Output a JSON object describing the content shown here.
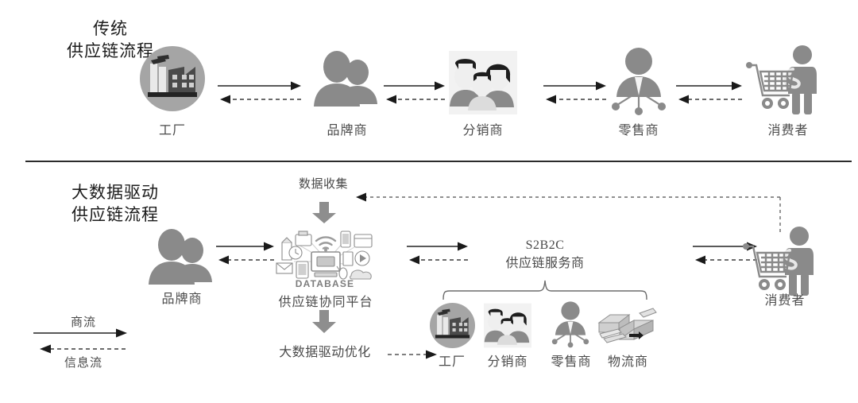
{
  "figure": {
    "background": "#ffffff",
    "divider_color": "#2b2b2b"
  },
  "sections": [
    {
      "id": "traditional",
      "title_line1": "传统",
      "title_line2": "供应链流程",
      "nodes": [
        {
          "id": "factory",
          "label": "工厂",
          "icon": "factory-icon"
        },
        {
          "id": "brand",
          "label": "品牌商",
          "icon": "two-people-icon"
        },
        {
          "id": "distributor",
          "label": "分销商",
          "icon": "three-people-icon"
        },
        {
          "id": "retailer",
          "label": "零售商",
          "icon": "retailer-person-icon"
        },
        {
          "id": "consumer",
          "label": "消费者",
          "icon": "shopping-cart-consumer-icon"
        }
      ]
    },
    {
      "id": "bigdata",
      "title_line1": "大数据驱动",
      "title_line2": "供应链流程",
      "nodes": [
        {
          "id": "brand",
          "label": "品牌商",
          "icon": "two-people-icon"
        },
        {
          "id": "platform",
          "label": "供应链协同平台",
          "icon": "database-platform-icon"
        },
        {
          "id": "consumer",
          "label": "消费者",
          "icon": "shopping-cart-consumer-icon"
        }
      ],
      "data_collection_label": "数据收集",
      "optimization_label": "大数据驱动优化",
      "service_provider_line1": "S2B2C",
      "service_provider_line2": "供应链服务商",
      "service_members": [
        {
          "id": "factory",
          "label": "工厂",
          "icon": "factory-icon"
        },
        {
          "id": "distributor",
          "label": "分销商",
          "icon": "three-people-icon"
        },
        {
          "id": "retailer",
          "label": "零售商",
          "icon": "retailer-person-icon"
        },
        {
          "id": "logistics",
          "label": "物流商",
          "icon": "logistics-truck-icon"
        }
      ]
    }
  ],
  "legend": {
    "solid_label": "商流",
    "dashed_label": "信息流"
  },
  "platform_icon": {
    "caption": "DATABASE"
  },
  "colors": {
    "solid_arrow": "#222222",
    "dashed_arrow": "#3a3a3a",
    "gray_arrow": "#8c8c8c",
    "icon_gray": "#8a8a8a",
    "icon_dark": "#4d4d4d",
    "text": "#4a4a4a",
    "title": "#1c1c1c"
  }
}
